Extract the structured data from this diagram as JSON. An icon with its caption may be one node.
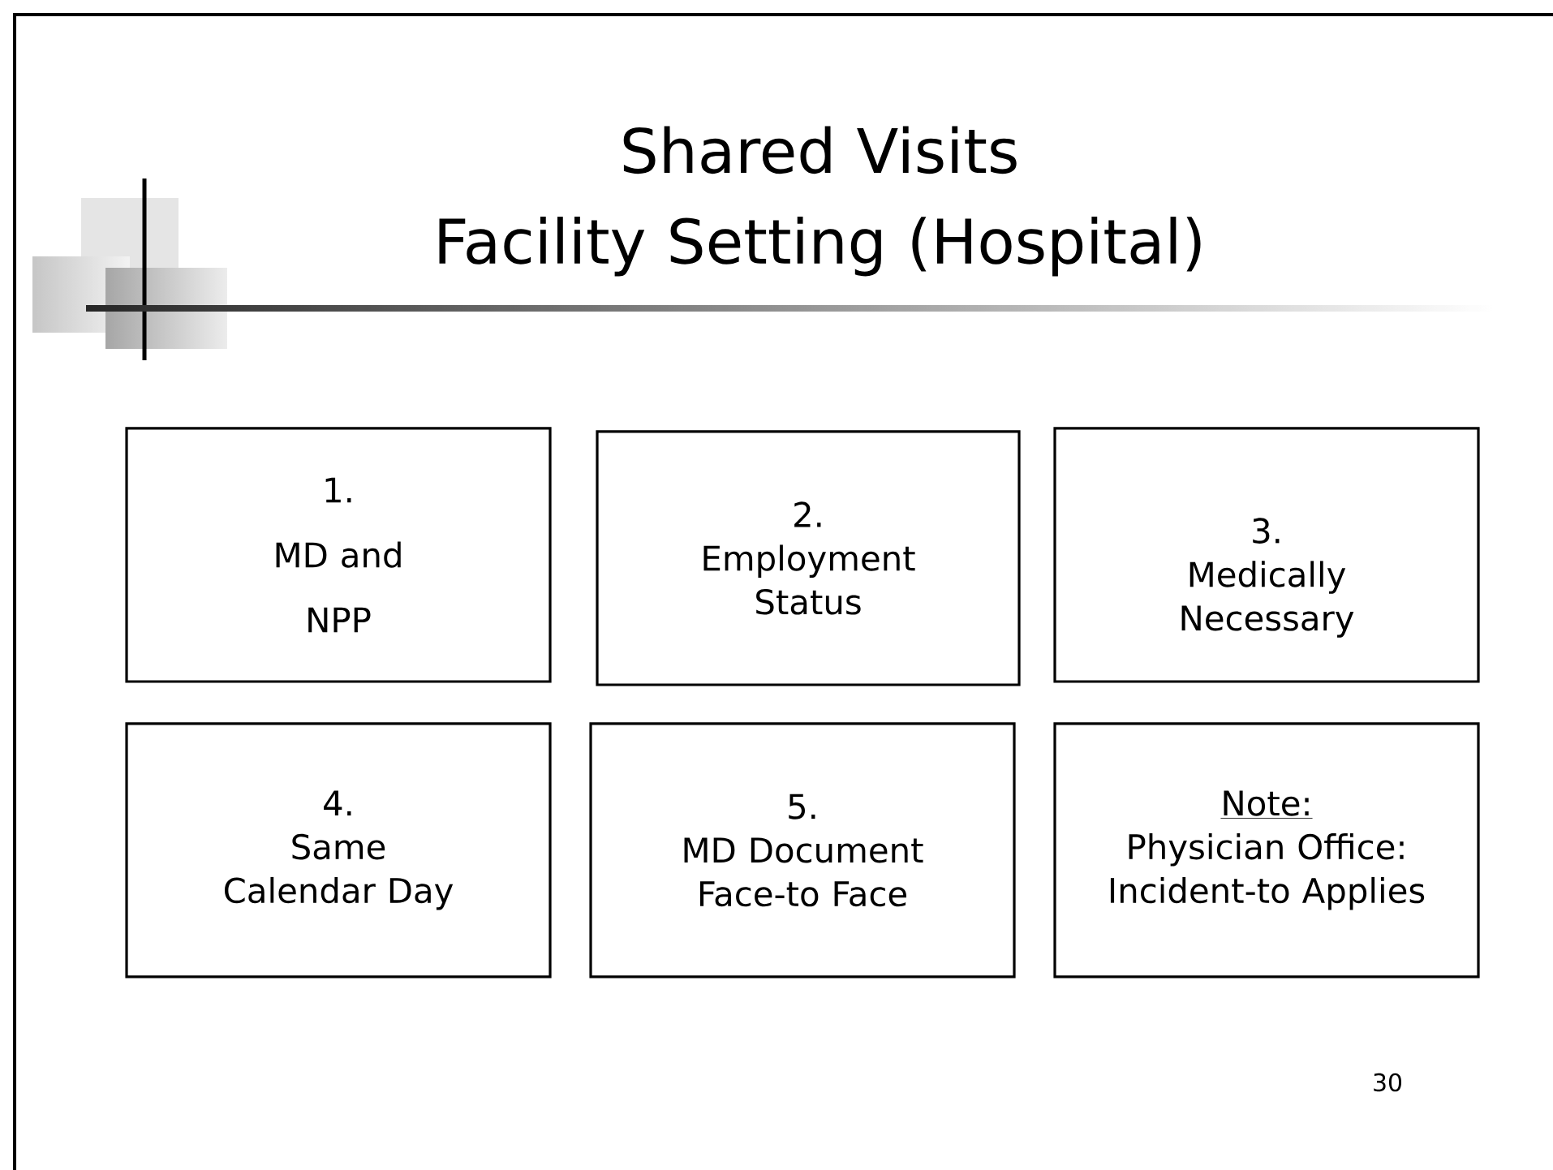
{
  "diagram": {
    "title": "Shared Visits Facility Setting (Hospital)",
    "nodes": [
      {
        "text": [
          "1.",
          "MD and NPP"
        ]
      },
      {
        "text": [
          "2.",
          "Employment Status"
        ]
      },
      {
        "text": [
          "3.",
          "Medically Necessary"
        ]
      },
      {
        "text": [
          "4.",
          "Same Calendar Day"
        ]
      },
      {
        "text": [
          "5.",
          "MD Document Face-to Face"
        ]
      },
      {
        "text": [
          "Note:",
          "Physician Office: Incident-to Applies"
        ]
      }
    ],
    "labels": [
      "30"
    ]
  }
}
